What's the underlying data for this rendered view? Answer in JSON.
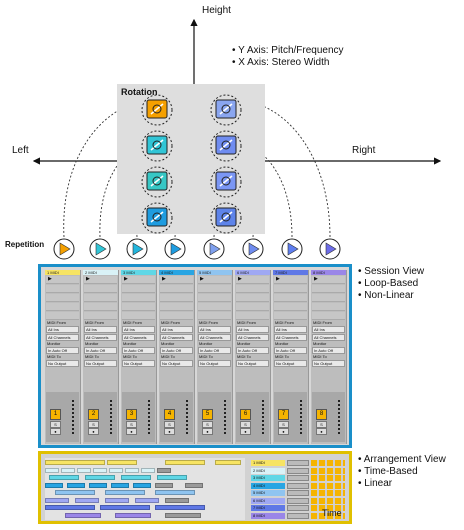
{
  "axes": {
    "height_label": "Height",
    "left_label": "Left",
    "right_label": "Right"
  },
  "axis_notes": [
    "Y Axis: Pitch/Frequency",
    "X Axis: Stereo Width"
  ],
  "rotation": {
    "title": "Rotation",
    "left_column_colors": [
      "#f5a000",
      "#31c5d6",
      "#37c7c5",
      "#1e9ce0"
    ],
    "right_column_colors": [
      "#8aa6f0",
      "#6f8cf0",
      "#7b97f5",
      "#5e84ea"
    ]
  },
  "repetition": {
    "label": "Repetition",
    "colors": [
      "#f5a000",
      "#31c5d6",
      "#23b6dd",
      "#1e9ce0",
      "#7fa0ee",
      "#6f8cf0",
      "#5e7ef0",
      "#6c6ce8"
    ]
  },
  "session": {
    "notes": [
      "Session View",
      "Loop-Based",
      "Non-Linear"
    ],
    "border_color": "#1a8fc9",
    "tracks": [
      {
        "name": "1 MIDI",
        "color": "#f7e463",
        "number": "1"
      },
      {
        "name": "2 MIDI",
        "color": "#d9f2f7",
        "number": "2"
      },
      {
        "name": "3 MIDI",
        "color": "#5fd7e6",
        "number": "3"
      },
      {
        "name": "4 MIDI",
        "color": "#28a5e3",
        "number": "4"
      },
      {
        "name": "5 MIDI",
        "color": "#8fc4f0",
        "number": "5"
      },
      {
        "name": "6 MIDI",
        "color": "#9fa8f3",
        "number": "6"
      },
      {
        "name": "7 MIDI",
        "color": "#5f78e6",
        "number": "7"
      },
      {
        "name": "8 MIDI",
        "color": "#9a86e8",
        "number": "8"
      }
    ],
    "io": {
      "midi_from": "MIDI From",
      "all_ins": "All Ins",
      "all_channels": "All Channels",
      "monitor": "Monitor",
      "monitor_options": [
        "In",
        "Auto",
        "Off"
      ],
      "midi_to": "MIDI To",
      "no_output": "No Output"
    },
    "mixer_buttons": [
      "S",
      "●"
    ]
  },
  "arrangement": {
    "notes": [
      "Arrangement View",
      "Time-Based",
      "Linear"
    ],
    "border_color": "#e0c000",
    "time_label": "Time",
    "track_names": [
      "1 MIDI",
      "2 MIDI",
      "3 MIDI",
      "4 MIDI",
      "5 MIDI",
      "6 MIDI",
      "7 MIDI",
      "8 MIDI"
    ],
    "track_colors": [
      "#f7e463",
      "#d9f2f7",
      "#5fd7e6",
      "#28a5e3",
      "#8fc4f0",
      "#9fa8f3",
      "#5f78e6",
      "#9a86e8"
    ]
  }
}
